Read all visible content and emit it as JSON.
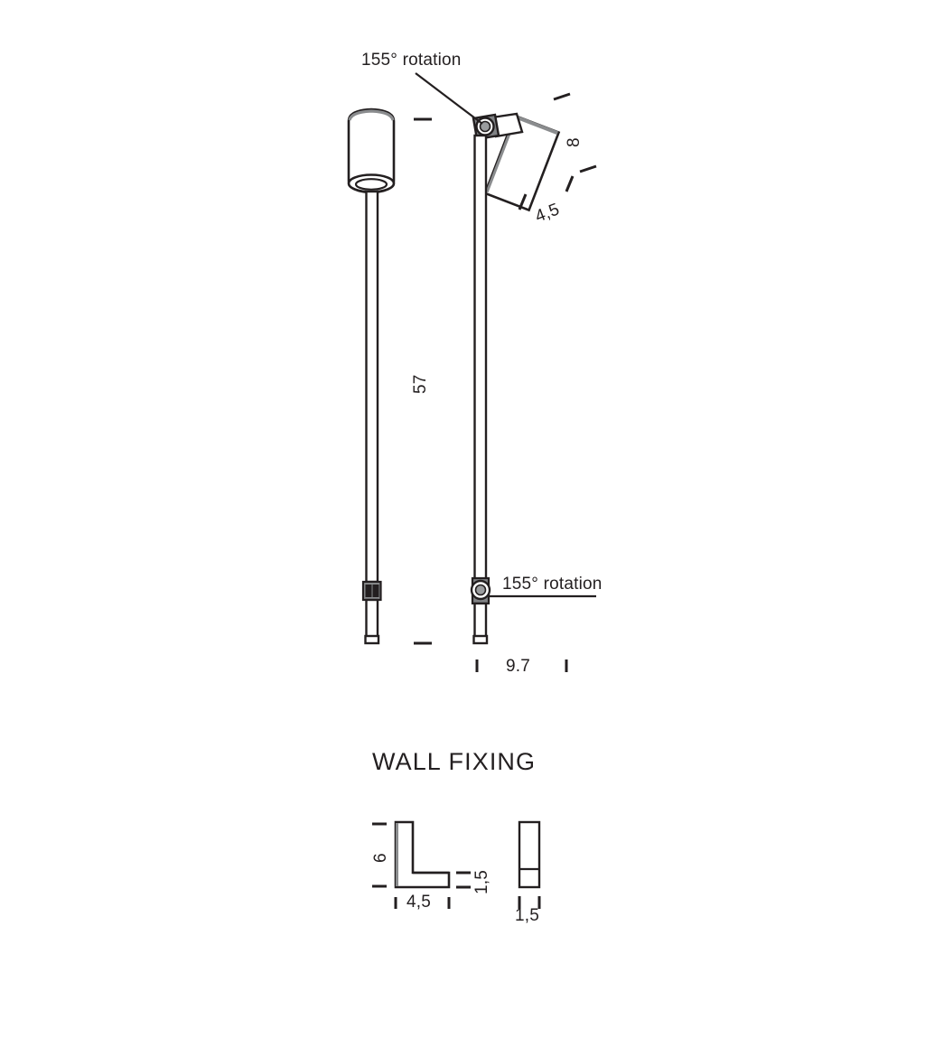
{
  "document": {
    "type": "technical-dimension-drawing",
    "background_color": "#ffffff",
    "line_color": "#231f20",
    "shade_color": "#808285"
  },
  "views": {
    "front_view": {
      "name": "floor-lamp-front-view",
      "head_shape": "vertical-cylinder",
      "pole_shape": "slim-tube",
      "has_joint_block": true
    },
    "side_view": {
      "name": "floor-lamp-side-view",
      "head_shape": "tilted-cylinder",
      "pole_shape": "slim-tube",
      "has_pivot_joint": true
    }
  },
  "annotations": {
    "head_rotation": {
      "label": "155° rotation",
      "leader": true
    },
    "base_rotation": {
      "label": "155° rotation",
      "leader": true
    }
  },
  "dimensions": {
    "overall_height": {
      "value": "57",
      "orientation": "vertical",
      "unit_implied": "cm"
    },
    "head_length": {
      "value": "8",
      "orientation": "rotated",
      "unit_implied": "cm"
    },
    "head_diameter": {
      "value": "4,5",
      "orientation": "rotated",
      "unit_implied": "cm"
    },
    "base_width": {
      "value": "9.7",
      "orientation": "horizontal",
      "unit_implied": "cm"
    }
  },
  "wall_fixing": {
    "title": "WALL FIXING",
    "dimensions": {
      "height": {
        "value": "6",
        "orientation": "vertical"
      },
      "width": {
        "value": "4,5",
        "orientation": "horizontal"
      },
      "thickness": {
        "value": "1,5",
        "orientation": "vertical"
      },
      "depth": {
        "value": "1,5",
        "orientation": "horizontal"
      }
    }
  },
  "chart_data": {
    "type": "table",
    "title": "Lamp dimension drawing",
    "categories": [
      "overall height",
      "head length",
      "head diameter",
      "base width",
      "bracket height",
      "bracket width",
      "bracket thickness",
      "bracket depth"
    ],
    "values": [
      "57",
      "8",
      "4,5",
      "9.7",
      "6",
      "4,5",
      "1,5",
      "1,5"
    ],
    "xlabel": "",
    "ylabel": "",
    "notes": [
      "155° rotation",
      "155° rotation",
      "WALL FIXING"
    ]
  }
}
